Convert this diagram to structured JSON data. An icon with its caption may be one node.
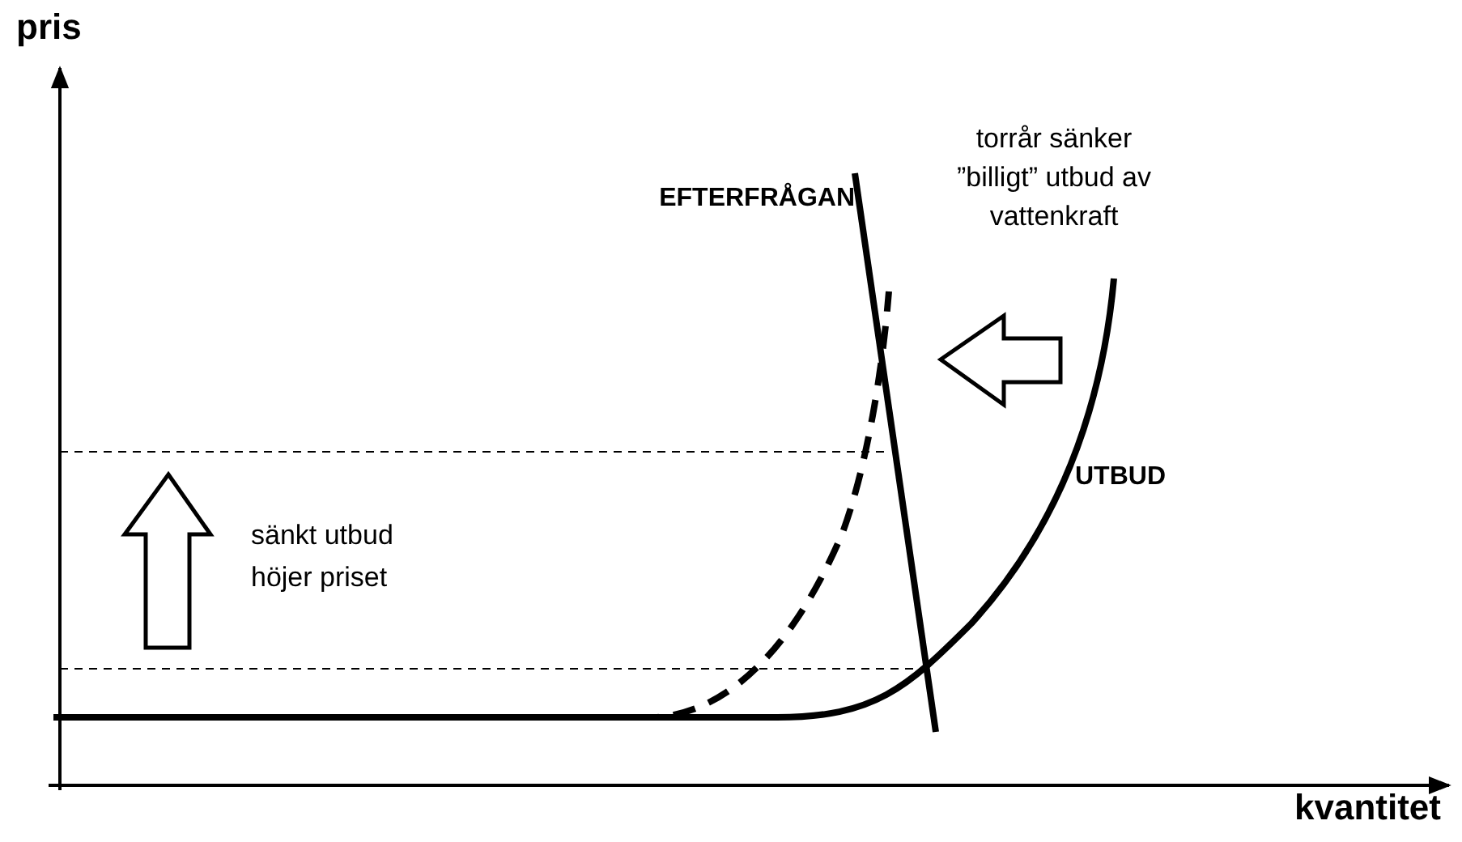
{
  "diagram": {
    "labels": [
      "pris",
      "torrår sänker ”billigt” utbud av vattenkraft",
      "EFTERFRÅGAN",
      "UTBUD",
      "sänkt utbud höjer priset",
      "kvantitet"
    ]
  }
}
